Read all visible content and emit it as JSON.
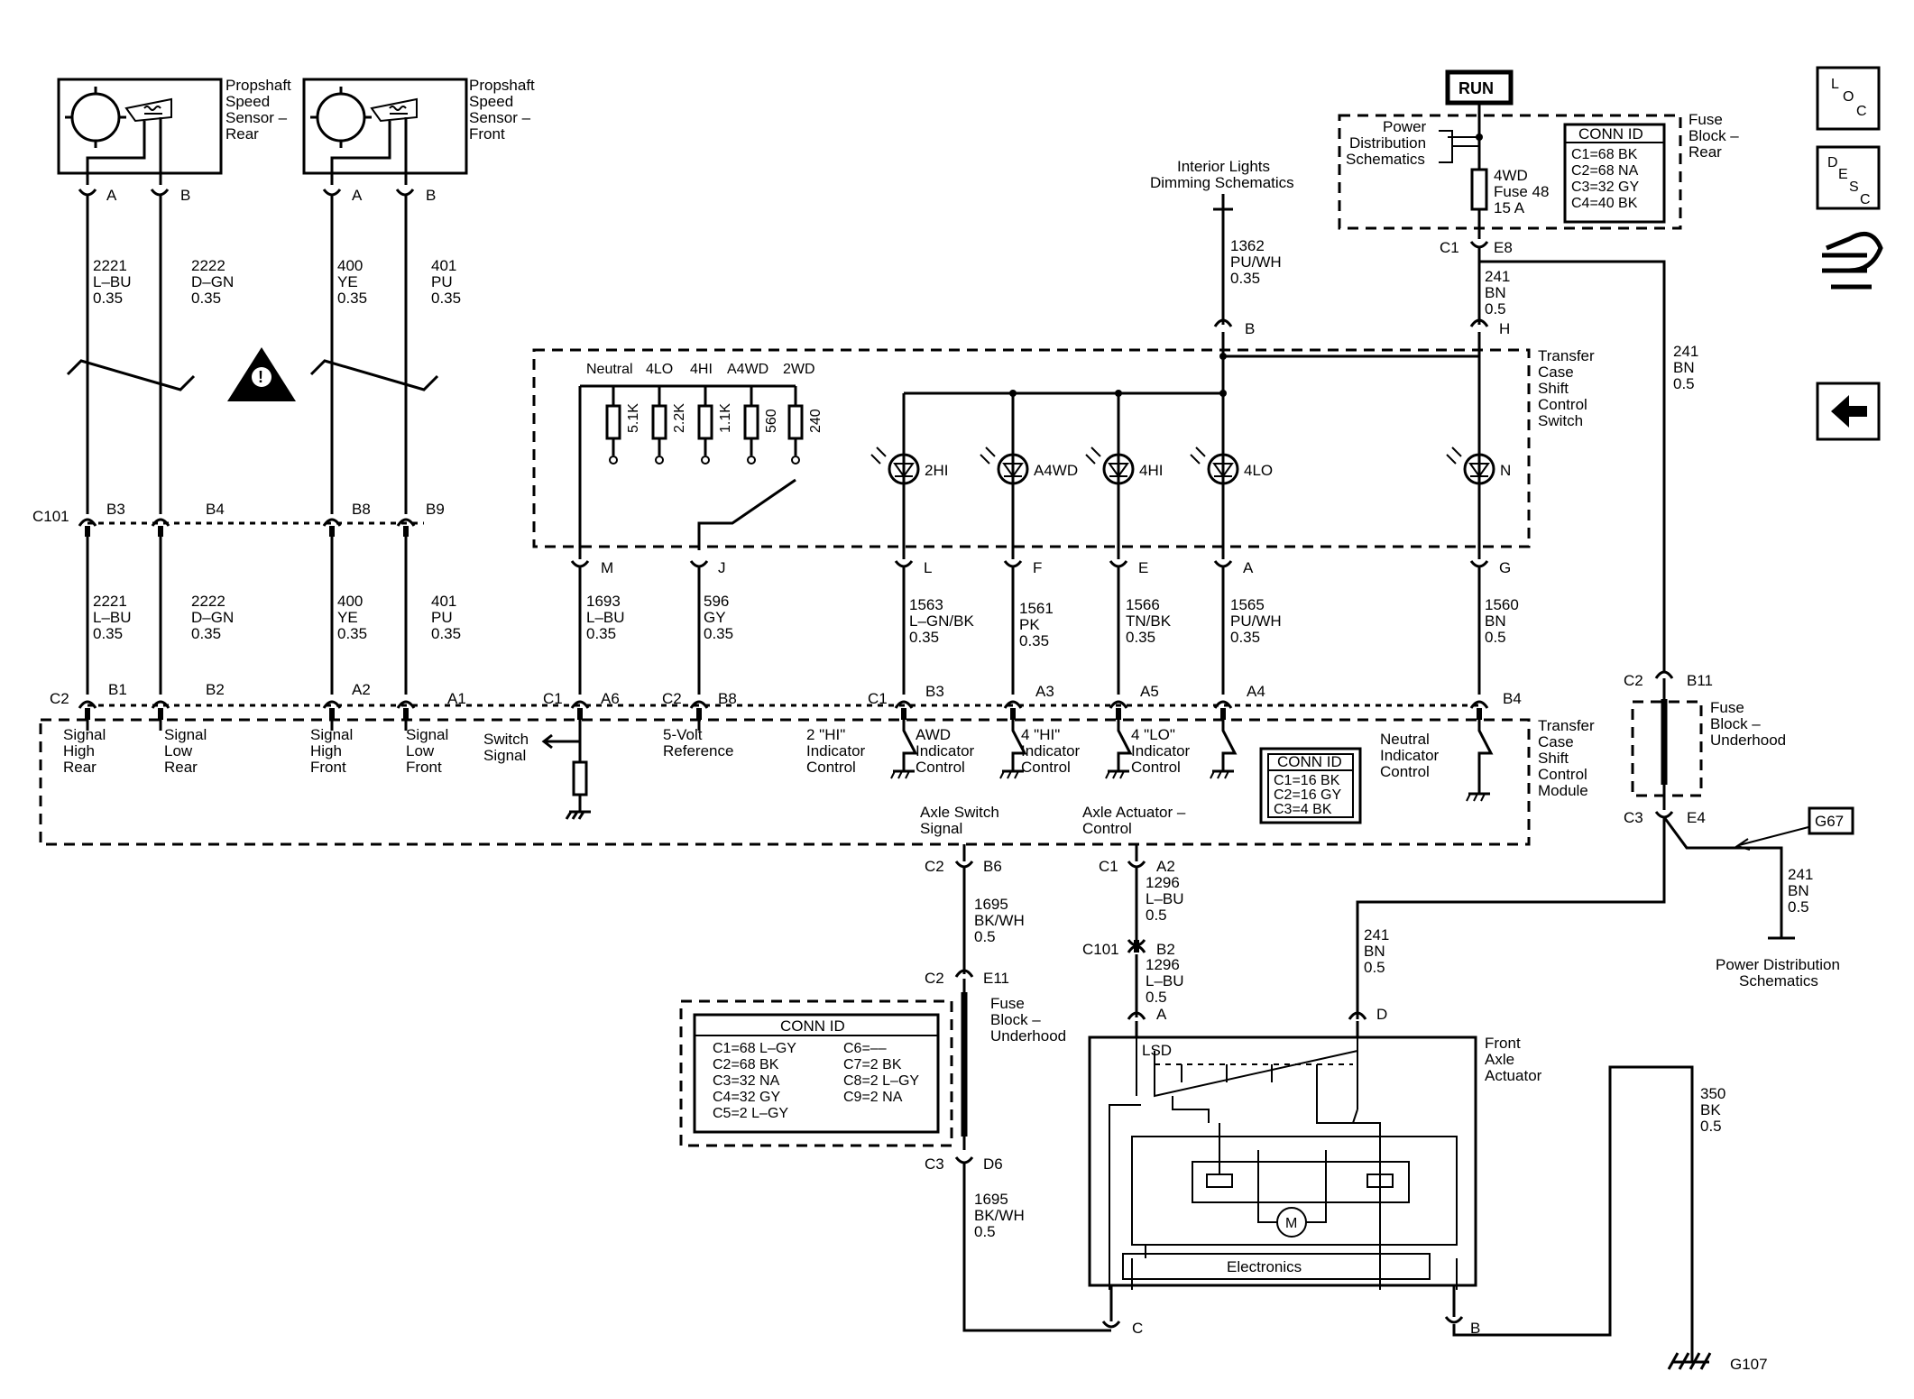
{
  "run": "RUN",
  "sensors": {
    "rear": [
      "Propshaft",
      "Speed",
      "Sensor –",
      "Rear"
    ],
    "front": [
      "Propshaft",
      "Speed",
      "Sensor –",
      "Front"
    ]
  },
  "pins": {
    "A": "A",
    "B": "B",
    "C": "C",
    "D": "D",
    "E": "E",
    "F": "F",
    "G": "G",
    "H": "H",
    "J": "J",
    "L": "L",
    "M": "M",
    "A1": "A1",
    "A2": "A2",
    "A3": "A3",
    "A4": "A4",
    "A5": "A5",
    "A6": "A6",
    "B1": "B1",
    "B2": "B2",
    "B3": "B3",
    "B4": "B4",
    "B6": "B6",
    "B8": "B8",
    "B9": "B9",
    "B11": "B11",
    "D6": "D6",
    "E4": "E4",
    "E8": "E8",
    "E11": "E11"
  },
  "connectors": {
    "C1": "C1",
    "C2": "C2",
    "C3": "C3",
    "C101": "C101"
  },
  "wires": {
    "w2221": [
      "2221",
      "L–BU",
      "0.35"
    ],
    "w2222": [
      "2222",
      "D–GN",
      "0.35"
    ],
    "w400": [
      "400",
      "YE",
      "0.35"
    ],
    "w401": [
      "401",
      "PU",
      "0.35"
    ],
    "w1693": [
      "1693",
      "L–BU",
      "0.35"
    ],
    "w596": [
      "596",
      "GY",
      "0.35"
    ],
    "w1563": [
      "1563",
      "L–GN/BK",
      "0.35"
    ],
    "w1561": [
      "1561",
      "PK",
      "0.35"
    ],
    "w1566": [
      "1566",
      "TN/BK",
      "0.35"
    ],
    "w1565": [
      "1565",
      "PU/WH",
      "0.35"
    ],
    "w1560": [
      "1560",
      "BN",
      "0.5"
    ],
    "w1362": [
      "1362",
      "PU/WH",
      "0.35"
    ],
    "w241a": [
      "241",
      "BN",
      "0.5"
    ],
    "w241b": [
      "241",
      "BN",
      "0.5"
    ],
    "w241c": [
      "241",
      "BN",
      "0.5"
    ],
    "w241d": [
      "241",
      "BN",
      "0.5"
    ],
    "w1695a": [
      "1695",
      "BK/WH",
      "0.5"
    ],
    "w1695b": [
      "1695",
      "BK/WH",
      "0.5"
    ],
    "w1296a": [
      "1296",
      "L–BU",
      "0.5"
    ],
    "w1296b": [
      "1296",
      "L–BU",
      "0.5"
    ],
    "w350": [
      "350",
      "BK",
      "0.5"
    ]
  },
  "switch": {
    "title": [
      "Transfer",
      "Case",
      "Shift",
      "Control",
      "Switch"
    ],
    "positions": [
      "Neutral",
      "4LO",
      "4HI",
      "A4WD",
      "2WD"
    ],
    "resistors": [
      "5.1K",
      "2.2K",
      "1.1K",
      "560",
      "240"
    ],
    "leds": [
      "2HI",
      "A4WD",
      "4HI",
      "4LO",
      "N"
    ]
  },
  "module": {
    "title": [
      "Transfer",
      "Case",
      "Shift",
      "Control",
      "Module"
    ],
    "labels": {
      "shr": [
        "Signal",
        "High",
        "Rear"
      ],
      "slr": [
        "Signal",
        "Low",
        "Rear"
      ],
      "shf": [
        "Signal",
        "High",
        "Front"
      ],
      "slf": [
        "Signal",
        "Low",
        "Front"
      ],
      "sw": [
        "Switch",
        "Signal"
      ],
      "ref": [
        "5-Volt",
        "Reference"
      ],
      "hi2": [
        "2 \"HI\"",
        "Indicator",
        "Control"
      ],
      "awd": [
        "AWD",
        "Indicator",
        "Control"
      ],
      "hi4": [
        "4 \"HI\"",
        "Indicator",
        "Control"
      ],
      "lo4": [
        "4 \"LO\"",
        "Indicator",
        "Control"
      ],
      "neu": [
        "Neutral",
        "Indicator",
        "Control"
      ],
      "axsw": [
        "Axle Switch",
        "Signal"
      ],
      "axact": [
        "Axle Actuator –",
        "Control"
      ]
    },
    "conn_id": [
      "CONN ID",
      "C1=16 BK",
      "C2=16 GY",
      "C3=4 BK"
    ]
  },
  "fuse_rear": {
    "title": [
      "Fuse",
      "Block –",
      "Rear"
    ],
    "fuse": [
      "4WD",
      "Fuse 48",
      "15 A"
    ],
    "pds": [
      "Power",
      "Distribution",
      "Schematics"
    ],
    "conn_id": [
      "CONN ID",
      "C1=68 BK",
      "C2=68 NA",
      "C3=32 GY",
      "C4=40 BK"
    ]
  },
  "interior": [
    "Interior Lights",
    "Dimming Schematics"
  ],
  "fuse_underhood": [
    "Fuse",
    "Block –",
    "Underhood"
  ],
  "g67": "G67",
  "g107": "G107",
  "pds_bottom": [
    "Power Distribution",
    "Schematics"
  ],
  "fuse_uh_conn": {
    "title": "CONN ID",
    "left": [
      "C1=68 L–GY",
      "C2=68 BK",
      "C3=32 NA",
      "C4=32 GY",
      "C5=2 L–GY"
    ],
    "right": [
      "C6=––",
      "C7=2 BK",
      "C8=2 L–GY",
      "C9=2 NA"
    ]
  },
  "actuator": {
    "title": [
      "Front",
      "Axle",
      "Actuator"
    ],
    "lsd": "LSD",
    "motor": "M",
    "electronics": "Electronics"
  },
  "sidebar": {
    "loc": [
      "L",
      "O",
      "C"
    ],
    "desc": [
      "D",
      "E",
      "S",
      "C"
    ]
  },
  "icons": [
    "warning-icon",
    "loc-icon",
    "desc-icon",
    "connector-tools-icon",
    "back-arrow-icon"
  ]
}
